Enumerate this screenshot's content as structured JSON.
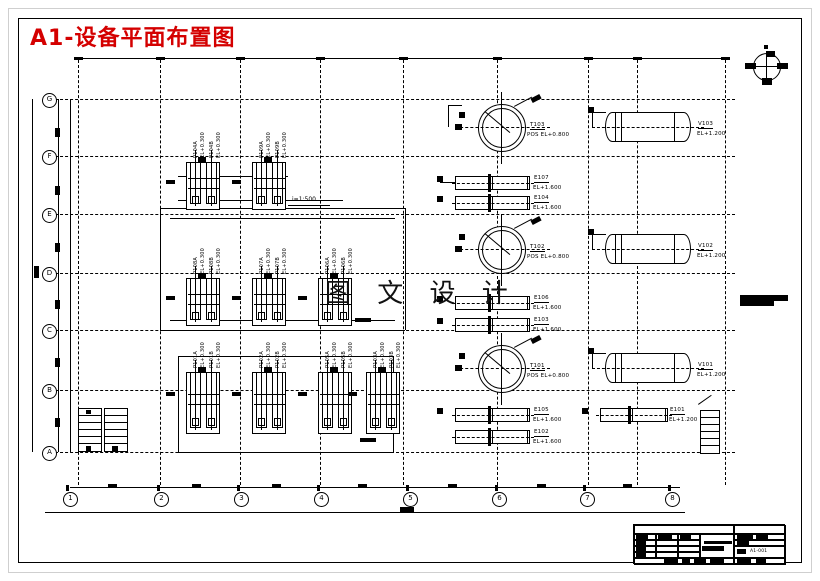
{
  "sheet": {
    "title": "A1-设备平面布置图",
    "title_color": "#d40000",
    "watermark": "图 文 设 计",
    "slope_note": "i=1:500"
  },
  "grid": {
    "horizontal_labels": [
      "1",
      "2",
      "3",
      "4",
      "5",
      "6",
      "7",
      "8"
    ],
    "vertical_labels": [
      "G",
      "F",
      "E",
      "D",
      "C",
      "B",
      "A"
    ]
  },
  "icons": {
    "north_arrow": "north-arrow-icon",
    "stair": "stair-icon"
  },
  "towers": [
    {
      "tag": "T103",
      "elevation": "POS EL+0.800"
    },
    {
      "tag": "T102",
      "elevation": "POS EL+0.800"
    },
    {
      "tag": "T101",
      "elevation": "POS EL+0.800"
    }
  ],
  "vessels": [
    {
      "tag": "V103",
      "elevation": "EL+1.200"
    },
    {
      "tag": "V102",
      "elevation": "EL+1.200"
    },
    {
      "tag": "V101",
      "elevation": "EL+1.200"
    }
  ],
  "exchangers": [
    {
      "tag": "E107",
      "elevation": "EL+1.600"
    },
    {
      "tag": "E104",
      "elevation": "EL+1.600"
    },
    {
      "tag": "E106",
      "elevation": "EL+1.600"
    },
    {
      "tag": "E103",
      "elevation": "EL+1.600"
    },
    {
      "tag": "E105",
      "elevation": "EL+1.600"
    },
    {
      "tag": "E102",
      "elevation": "EL+1.600"
    },
    {
      "tag": "E101",
      "elevation": "EL+1.200"
    }
  ],
  "pumps": {
    "row_top": [
      {
        "tag": "P104A",
        "elevation": "EL+0.300"
      },
      {
        "tag": "P104B",
        "elevation": "EL+0.300"
      },
      {
        "tag": "P109A",
        "elevation": "EL+0.300"
      },
      {
        "tag": "P109B",
        "elevation": "EL+0.300"
      }
    ],
    "row_middle": [
      {
        "tag": "P108A",
        "elevation": "EL+0.300"
      },
      {
        "tag": "P108B",
        "elevation": "EL+0.300"
      },
      {
        "tag": "P107A",
        "elevation": "EL+0.300"
      },
      {
        "tag": "P107B",
        "elevation": "EL+0.300"
      },
      {
        "tag": "P106A",
        "elevation": "EL+0.300"
      },
      {
        "tag": "P106B",
        "elevation": "EL+0.300"
      }
    ],
    "row_bottom": [
      {
        "tag": "P101A",
        "elevation": "EL+0.300"
      },
      {
        "tag": "P101B",
        "elevation": "EL+0.300"
      },
      {
        "tag": "P102A",
        "elevation": "EL+0.300"
      },
      {
        "tag": "P102B",
        "elevation": "EL+0.300"
      },
      {
        "tag": "P105A",
        "elevation": "EL+0.300"
      },
      {
        "tag": "P105B",
        "elevation": "EL+0.300"
      },
      {
        "tag": "P103A",
        "elevation": "EL+0.300"
      },
      {
        "tag": "P103B",
        "elevation": "EL+0.300"
      }
    ]
  },
  "title_block": {
    "drawing_no": "A1-001"
  }
}
